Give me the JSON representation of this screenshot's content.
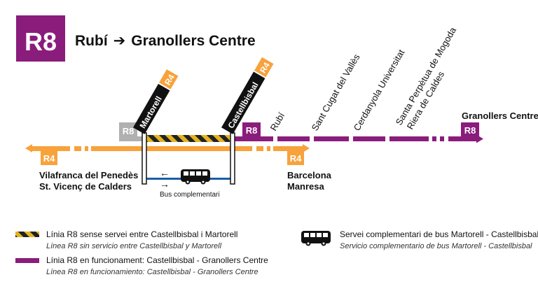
{
  "header": {
    "badge": "R8",
    "origin": "Rubí",
    "arrow": "➔",
    "destination": "Granollers Centre"
  },
  "colors": {
    "r8": "#8a1c7c",
    "r4": "#f7a23b",
    "r8_gray": "#b0b0b0",
    "bus_blue": "#1a5fa8",
    "hazard_yellow": "#e3b322",
    "hazard_black": "#222222"
  },
  "map": {
    "badge_r8_gray": "R8",
    "martorell": {
      "name": "Martorell",
      "badge": "R4"
    },
    "castellbisbal": {
      "name": "Castellbisbal",
      "badge": "R4"
    },
    "badge_r8_castellbisbal": "R8",
    "badge_r4_left": "R4",
    "badge_r4_right": "R4",
    "badge_r8_end": "R8",
    "stations": [
      "Rubí",
      "Sant Cugat del Vallès",
      "Cerdanyola Universitat",
      "Santa Perpètua de Mogoda",
      "Riera de Caldes"
    ],
    "end_station": "Granollers Centre",
    "left_destinations": [
      "Vilafranca del Penedès",
      "St. Vicenç de Calders"
    ],
    "right_destinations": [
      "Barcelona",
      "Manresa"
    ],
    "bus_label": "Bus complementari",
    "bus_icon": "bus-icon",
    "arrow_left": "←",
    "arrow_right": "→"
  },
  "legend": [
    {
      "id": "hazard",
      "title": "Línia R8 sense servei entre Castellbisbal i Martorell",
      "subtitle": "Línea R8 sin servicio entre Castellbisbal y Martorell"
    },
    {
      "id": "r8",
      "title": "Línia R8 en funcionament: Castellbisbal - Granollers Centre",
      "subtitle": "Línea R8 en funcionamiento: Castellbisbal - Granollers Centre"
    },
    {
      "id": "bus",
      "title": "Servei complementari de bus Martorell - Castellbisbal",
      "subtitle": "Servicio complementario de bus Martorell - Castellbisbal"
    }
  ]
}
